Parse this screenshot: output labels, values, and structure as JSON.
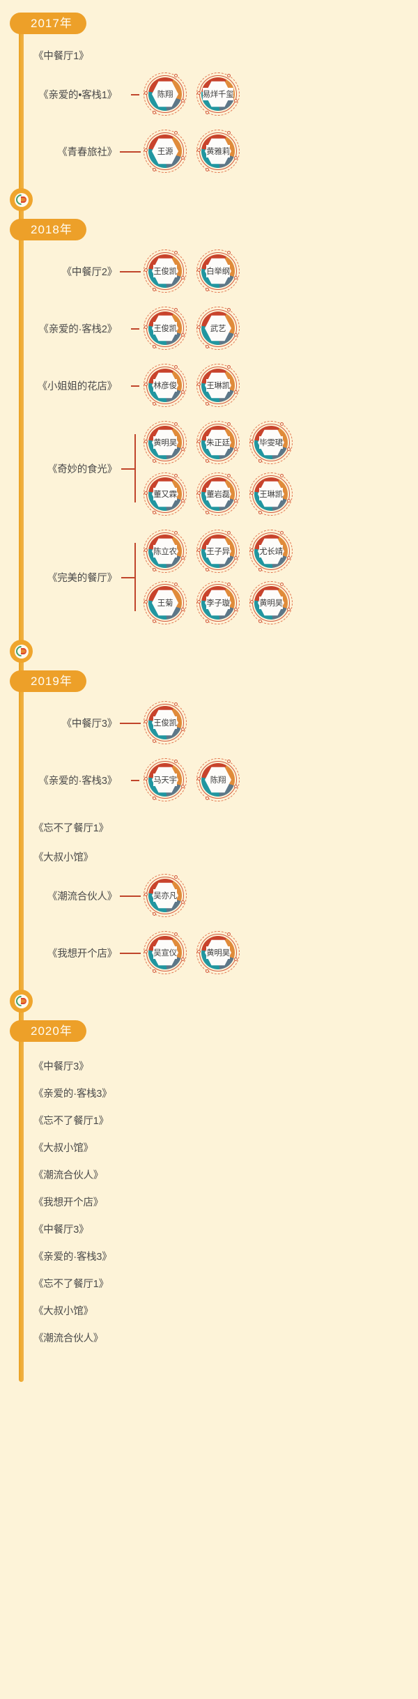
{
  "theme": {
    "background": "#fdf3d8",
    "spine": "#eda029",
    "pill_bg": "#eda029",
    "pill_text": "#fffdf5",
    "connector": "#c0452b",
    "ring_red": "#c8432c",
    "ring_orange": "#e08b3a",
    "ring_slate": "#5d7788",
    "ring_teal": "#2196a0",
    "dash_ring": "#e2724a",
    "label_text": "#4a4a4a",
    "name_text": "#3d3d3d"
  },
  "node": {
    "name": "timeline-node-marker"
  },
  "timeline": [
    {
      "year": "2017年",
      "shows": [
        {
          "title": "《中餐厅1》",
          "connector": "none",
          "rows": []
        },
        {
          "title": "《亲爱的•客栈1》",
          "connector": "dash",
          "rows": [
            [
              "陈翔",
              "易烊千玺"
            ]
          ]
        },
        {
          "title": "《青春旅社》",
          "connector": "line",
          "rows": [
            [
              "王源",
              "黄雅莉"
            ]
          ]
        }
      ]
    },
    {
      "year": "2018年",
      "shows": [
        {
          "title": "《中餐厅2》",
          "connector": "line",
          "rows": [
            [
              "王俊凯",
              "白举纲"
            ]
          ]
        },
        {
          "title": "《亲爱的·客栈2》",
          "connector": "dash",
          "rows": [
            [
              "王俊凯",
              "武艺"
            ]
          ]
        },
        {
          "title": "《小姐姐的花店》",
          "connector": "dash",
          "rows": [
            [
              "林彦俊",
              "王琳凯"
            ]
          ]
        },
        {
          "title": "《奇妙的食光》",
          "connector": "bracket",
          "rows": [
            [
              "黄明昊",
              "朱正廷",
              "毕雯珺"
            ],
            [
              "董又霖",
              "董岩磊",
              "王琳凯"
            ]
          ]
        },
        {
          "title": "《完美的餐厅》",
          "connector": "bracket",
          "rows": [
            [
              "陈立农",
              "王子异",
              "尤长靖"
            ],
            [
              "王菊",
              "李子璇",
              "黄明昊"
            ]
          ]
        }
      ]
    },
    {
      "year": "2019年",
      "shows": [
        {
          "title": "《中餐厅3》",
          "connector": "line",
          "rows": [
            [
              "王俊凯"
            ]
          ]
        },
        {
          "title": "《亲爱的·客栈3》",
          "connector": "dash",
          "rows": [
            [
              "马天宇",
              "陈翔"
            ]
          ]
        },
        {
          "title": "《忘不了餐厅1》",
          "connector": "none",
          "rows": []
        },
        {
          "title": "《大叔小馆》",
          "connector": "none",
          "rows": []
        },
        {
          "title": "《潮流合伙人》",
          "connector": "line",
          "rows": [
            [
              "吴亦凡"
            ]
          ]
        },
        {
          "title": "《我想开个店》",
          "connector": "line",
          "rows": [
            [
              "吴宣仪",
              "黄明昊"
            ]
          ]
        }
      ]
    },
    {
      "year": "2020年",
      "shows": [
        {
          "title": "《中餐厅3》",
          "connector": "none",
          "rows": []
        },
        {
          "title": "《亲爱的·客栈3》",
          "connector": "none",
          "rows": []
        },
        {
          "title": "《忘不了餐厅1》",
          "connector": "none",
          "rows": []
        },
        {
          "title": "《大叔小馆》",
          "connector": "none",
          "rows": []
        },
        {
          "title": "《潮流合伙人》",
          "connector": "none",
          "rows": []
        },
        {
          "title": "《我想开个店》",
          "connector": "none",
          "rows": []
        },
        {
          "title": "《中餐厅3》",
          "connector": "none",
          "rows": []
        },
        {
          "title": "《亲爱的·客栈3》",
          "connector": "none",
          "rows": []
        },
        {
          "title": "《忘不了餐厅1》",
          "connector": "none",
          "rows": []
        },
        {
          "title": "《大叔小馆》",
          "connector": "none",
          "rows": []
        },
        {
          "title": "《潮流合伙人》",
          "connector": "none",
          "rows": []
        }
      ]
    }
  ]
}
